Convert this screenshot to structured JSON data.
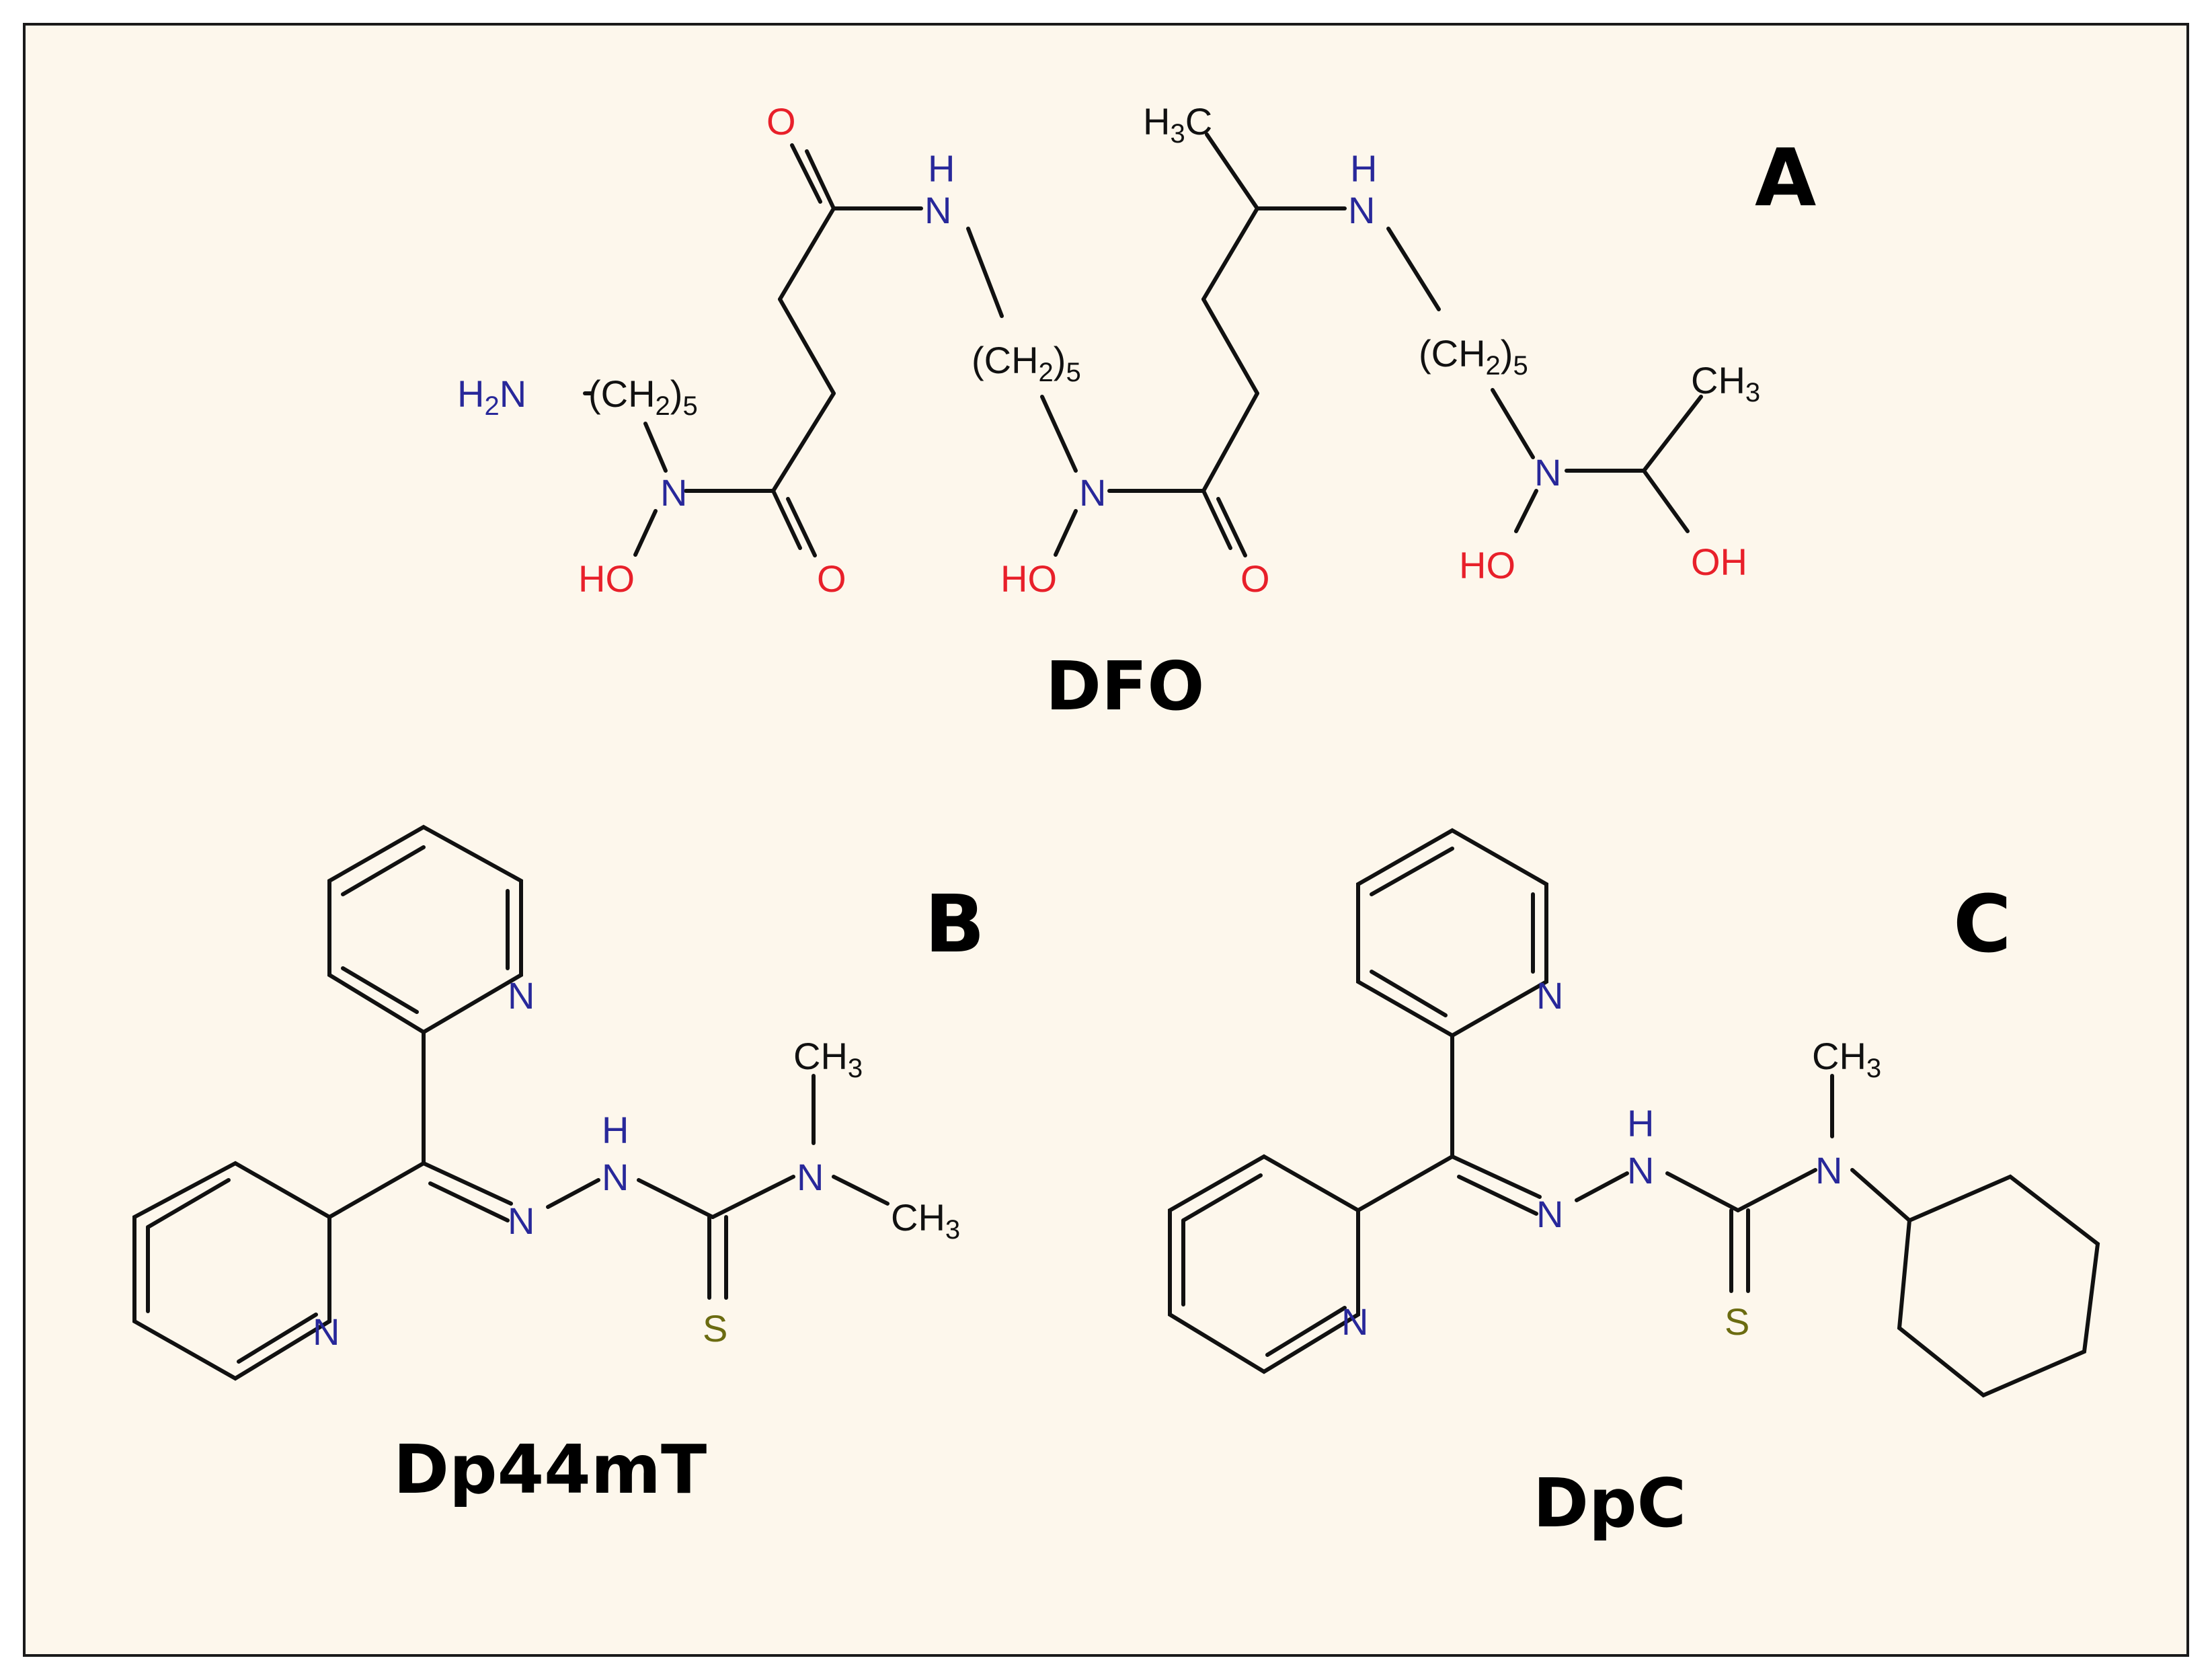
{
  "panels": [
    {
      "label": "A",
      "compound": "DFO"
    },
    {
      "label": "B",
      "compound": "Dp44mT"
    },
    {
      "label": "C",
      "compound": "DpC"
    }
  ],
  "atoms": {
    "H2N": "H2N",
    "CH2": "(CH2)5",
    "N": "N",
    "NH": "H",
    "O": "O",
    "HO": "HO",
    "OH": "OH",
    "H3C": "H3C",
    "CH3": "CH3",
    "S": "S"
  },
  "colors": {
    "nitrogen": "#28289a",
    "oxygen": "#e8202a",
    "sulfur": "#6b6b10",
    "carbon": "#111111",
    "background": "#fdf7ec"
  }
}
